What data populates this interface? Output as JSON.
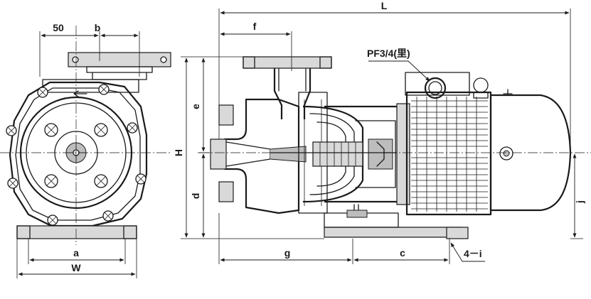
{
  "labels": {
    "dim_50": "50",
    "dim_b": "b",
    "dim_a": "a",
    "dim_w": "W",
    "dim_L": "L",
    "dim_f": "f",
    "dim_e": "e",
    "dim_H": "H",
    "dim_d": "d",
    "dim_g": "g",
    "dim_c": "c",
    "dim_j": "j",
    "callout_port": "PF3/4(里)",
    "callout_holes": "4－i"
  },
  "colors": {
    "line": "#1a1a1a",
    "light_gray": "#d9d9d9",
    "mid_gray": "#bdbdbd",
    "background": "#ffffff"
  }
}
